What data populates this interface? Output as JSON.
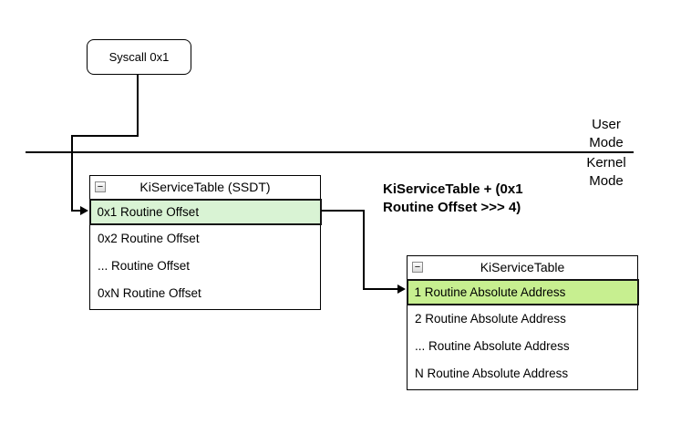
{
  "syscall_box": {
    "label": "Syscall 0x1"
  },
  "mode_divider": {
    "user_label": "User\nMode",
    "kernel_label": "Kernel\nMode"
  },
  "expression": {
    "text": "KiServiceTable + (0x1\nRoutine Offset >>> 4)"
  },
  "icons": {
    "collapse": "−"
  },
  "ssdt_table": {
    "title": "KiServiceTable (SSDT)",
    "highlight_color": "#d9f3d4",
    "rows": [
      {
        "label": "0x1 Routine Offset",
        "highlighted": true
      },
      {
        "label": "0x2 Routine Offset",
        "highlighted": false
      },
      {
        "label": "... Routine Offset",
        "highlighted": false
      },
      {
        "label": "0xN Routine Offset",
        "highlighted": false
      }
    ]
  },
  "resolved_table": {
    "title": "KiServiceTable",
    "highlight_color": "#c7ef90",
    "rows": [
      {
        "label": "1 Routine Absolute Address",
        "highlighted": true
      },
      {
        "label": "2 Routine Absolute Address",
        "highlighted": false
      },
      {
        "label": "... Routine Absolute Address",
        "highlighted": false
      },
      {
        "label": "N Routine Absolute Address",
        "highlighted": false
      }
    ]
  },
  "colors": {
    "line": "#000000",
    "ssdt_highlight": "#d9f3d4",
    "resolved_highlight": "#c7ef90"
  }
}
